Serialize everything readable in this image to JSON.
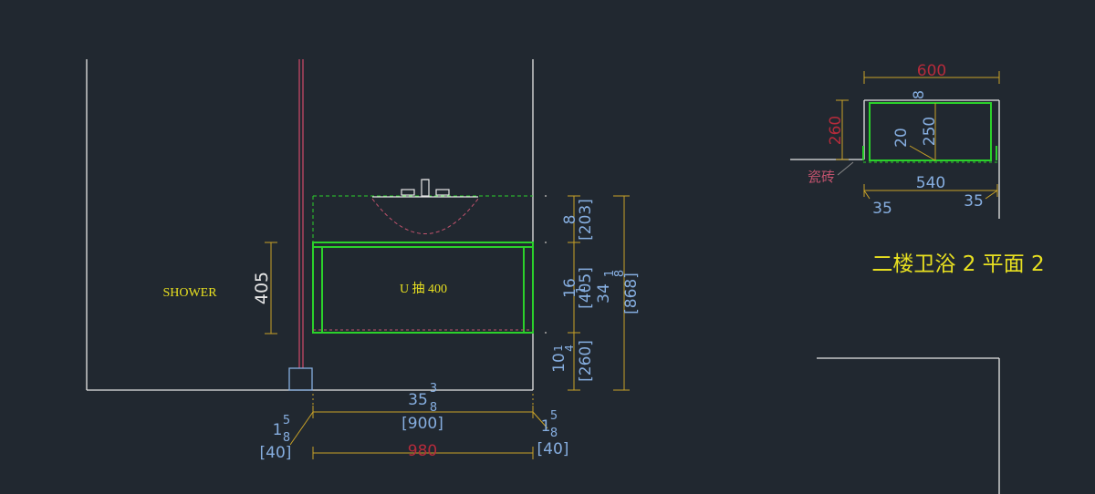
{
  "colors": {
    "background": "#212830",
    "wall": "#e6e6e6",
    "cabinet": "#2bd12b",
    "dimension": "#c9a227",
    "dim_text_blue": "#86aee0",
    "dim_text_red": "#b52b3b",
    "label_yellow": "#e8e020",
    "hidden_line": "#c2536e",
    "pipe": "#d04a6a"
  },
  "elevation": {
    "shower_label": "SHOWER",
    "drawer_label": "U 抽 400",
    "dim_405": "405",
    "basin_h_in": "8",
    "basin_h_mm": "[203]",
    "drawer_h_in_top": "16",
    "drawer_h_in_frac": "1",
    "drawer_h_mm": "[405]",
    "total_h_in_a": "34",
    "total_h_in_b": "1",
    "total_h_in_c": "8",
    "total_h_mm": "[868]",
    "base_h_in_a": "10",
    "base_h_in_b": "1",
    "base_h_in_c": "4",
    "base_h_mm": "[260]",
    "width_in_a": "35",
    "width_in_b": "3",
    "width_in_c": "8",
    "width_mm": "[900]",
    "gap_left_in_a": "1",
    "gap_left_in_b": "5",
    "gap_left_in_c": "8",
    "gap_left_mm": "[40]",
    "gap_right_in_a": "1",
    "gap_right_in_b": "5",
    "gap_right_in_c": "8",
    "gap_right_mm": "[40]",
    "overall_width": "980"
  },
  "plan": {
    "dim_600": "600",
    "dim_260": "260",
    "dim_8": "8",
    "dim_250": "250",
    "dim_20": "20",
    "dim_540": "540",
    "dim_35_left": "35",
    "dim_35_right": "35",
    "tile_label": "瓷砖",
    "title": "二楼卫浴 2 平面 2"
  }
}
